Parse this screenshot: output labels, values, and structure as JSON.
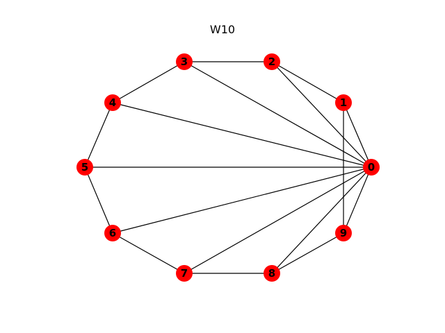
{
  "figure": {
    "title": "W10",
    "node_color": "#ff0000",
    "edge_color": "#000000"
  },
  "graph": {
    "nodes": [
      {
        "id": "0",
        "label": "0"
      },
      {
        "id": "1",
        "label": "1"
      },
      {
        "id": "2",
        "label": "2"
      },
      {
        "id": "3",
        "label": "3"
      },
      {
        "id": "4",
        "label": "4"
      },
      {
        "id": "5",
        "label": "5"
      },
      {
        "id": "6",
        "label": "6"
      },
      {
        "id": "7",
        "label": "7"
      },
      {
        "id": "8",
        "label": "8"
      },
      {
        "id": "9",
        "label": "9"
      }
    ],
    "edges": [
      [
        "0",
        "1"
      ],
      [
        "0",
        "2"
      ],
      [
        "0",
        "3"
      ],
      [
        "0",
        "4"
      ],
      [
        "0",
        "5"
      ],
      [
        "0",
        "6"
      ],
      [
        "0",
        "7"
      ],
      [
        "0",
        "8"
      ],
      [
        "0",
        "9"
      ],
      [
        "1",
        "2"
      ],
      [
        "2",
        "3"
      ],
      [
        "3",
        "4"
      ],
      [
        "4",
        "5"
      ],
      [
        "5",
        "6"
      ],
      [
        "6",
        "7"
      ],
      [
        "7",
        "8"
      ],
      [
        "8",
        "9"
      ],
      [
        "9",
        "1"
      ]
    ]
  }
}
